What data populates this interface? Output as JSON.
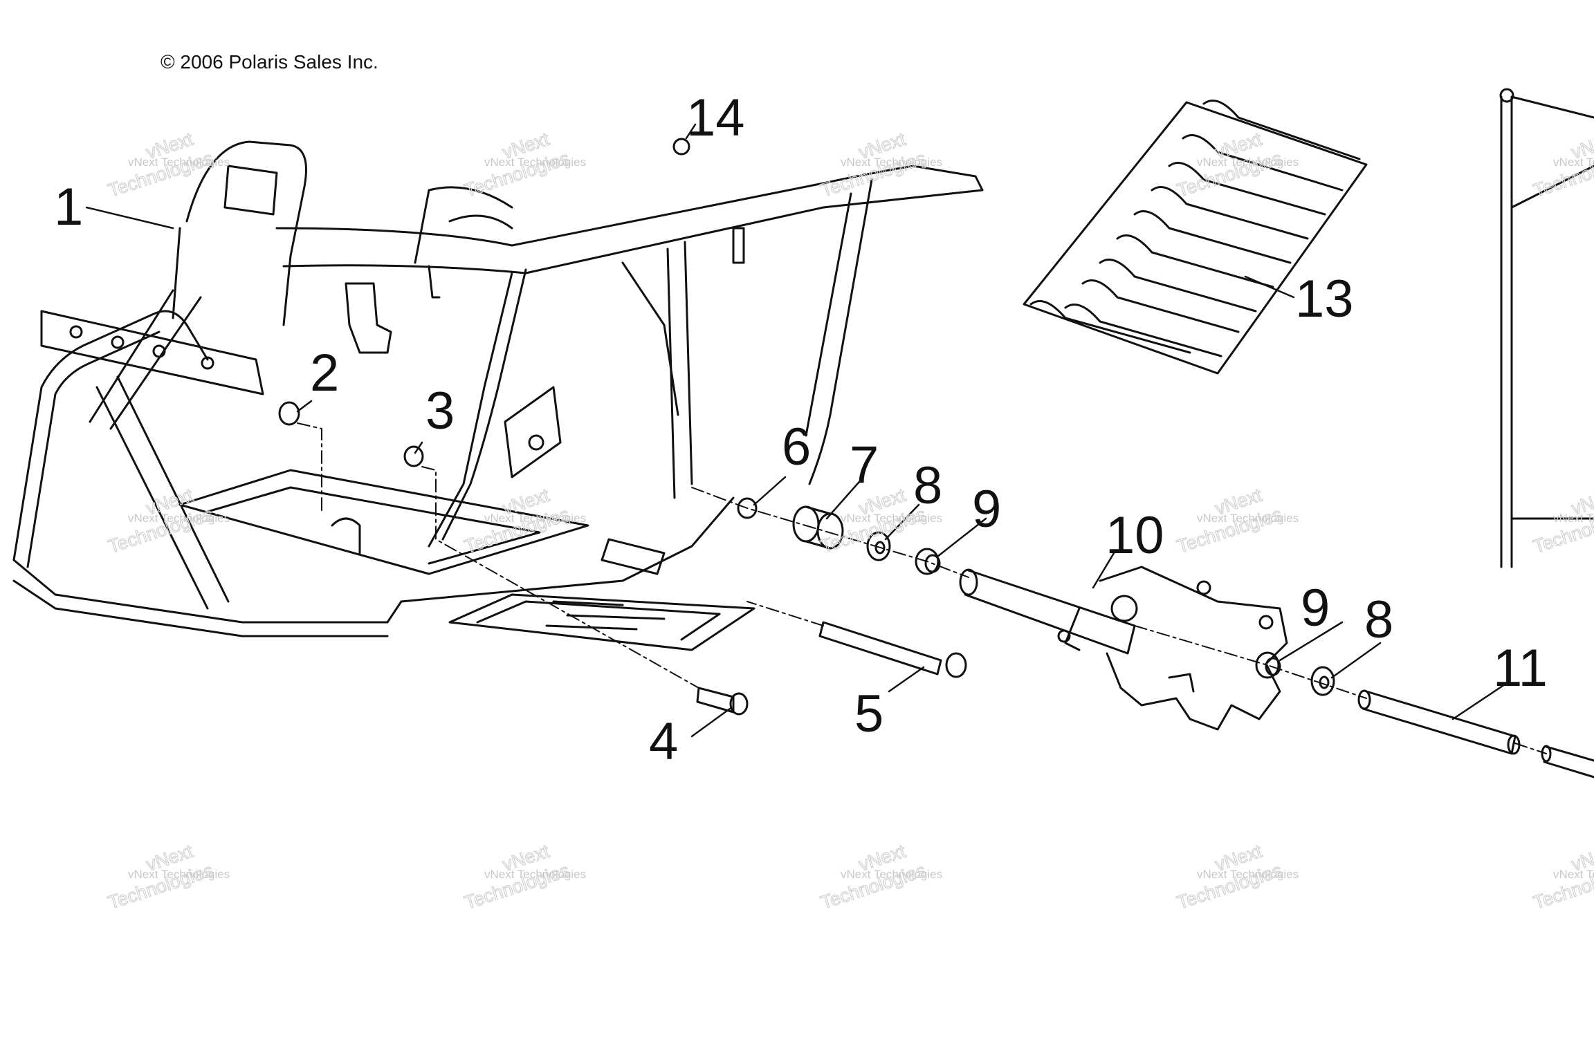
{
  "copyright": "© 2006 Polaris Sales Inc.",
  "watermark": {
    "line1": "vNext",
    "line2": "vNext Technologies",
    "line3": "Technologies"
  },
  "callouts": [
    "1",
    "2",
    "3",
    "4",
    "5",
    "6",
    "7",
    "8",
    "9",
    "10",
    "11",
    "13",
    "14"
  ],
  "colors": {
    "line": "#111111",
    "watermark": "#c8c8c8",
    "background": "#ffffff"
  }
}
